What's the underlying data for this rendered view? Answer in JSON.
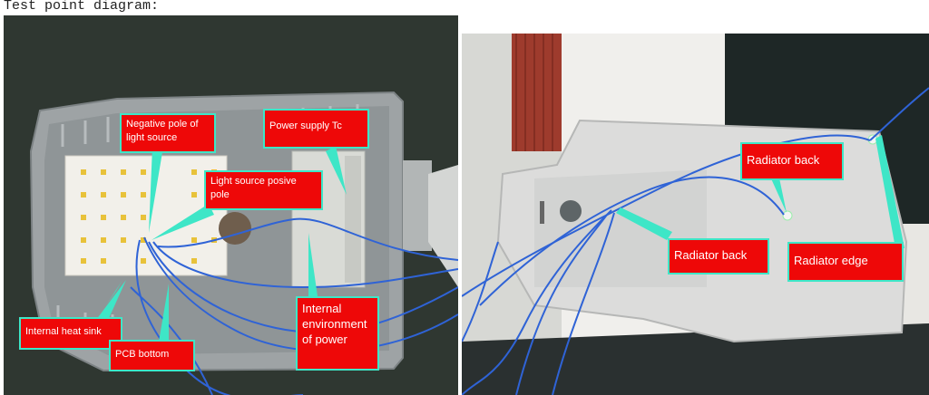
{
  "caption": "Test point diagram:",
  "colors": {
    "label_fill": "#ee0808",
    "label_border": "#3ee6c7",
    "arrow": "#3ee6c7",
    "text": "#ffffff"
  },
  "left_photo": {
    "labels": {
      "negative_pole": "Negative pole of light source",
      "power_supply_tc": "Power supply Tc",
      "positive_pole": "Light source posive pole",
      "internal_env": "Internal environment of power",
      "heat_sink": "Internal heat sink",
      "pcb_bottom": "PCB bottom"
    }
  },
  "right_photo": {
    "labels": {
      "radiator_back_top": "Radiator back",
      "radiator_back_mid": "Radiator back",
      "radiator_edge": "Radiator edge"
    }
  }
}
